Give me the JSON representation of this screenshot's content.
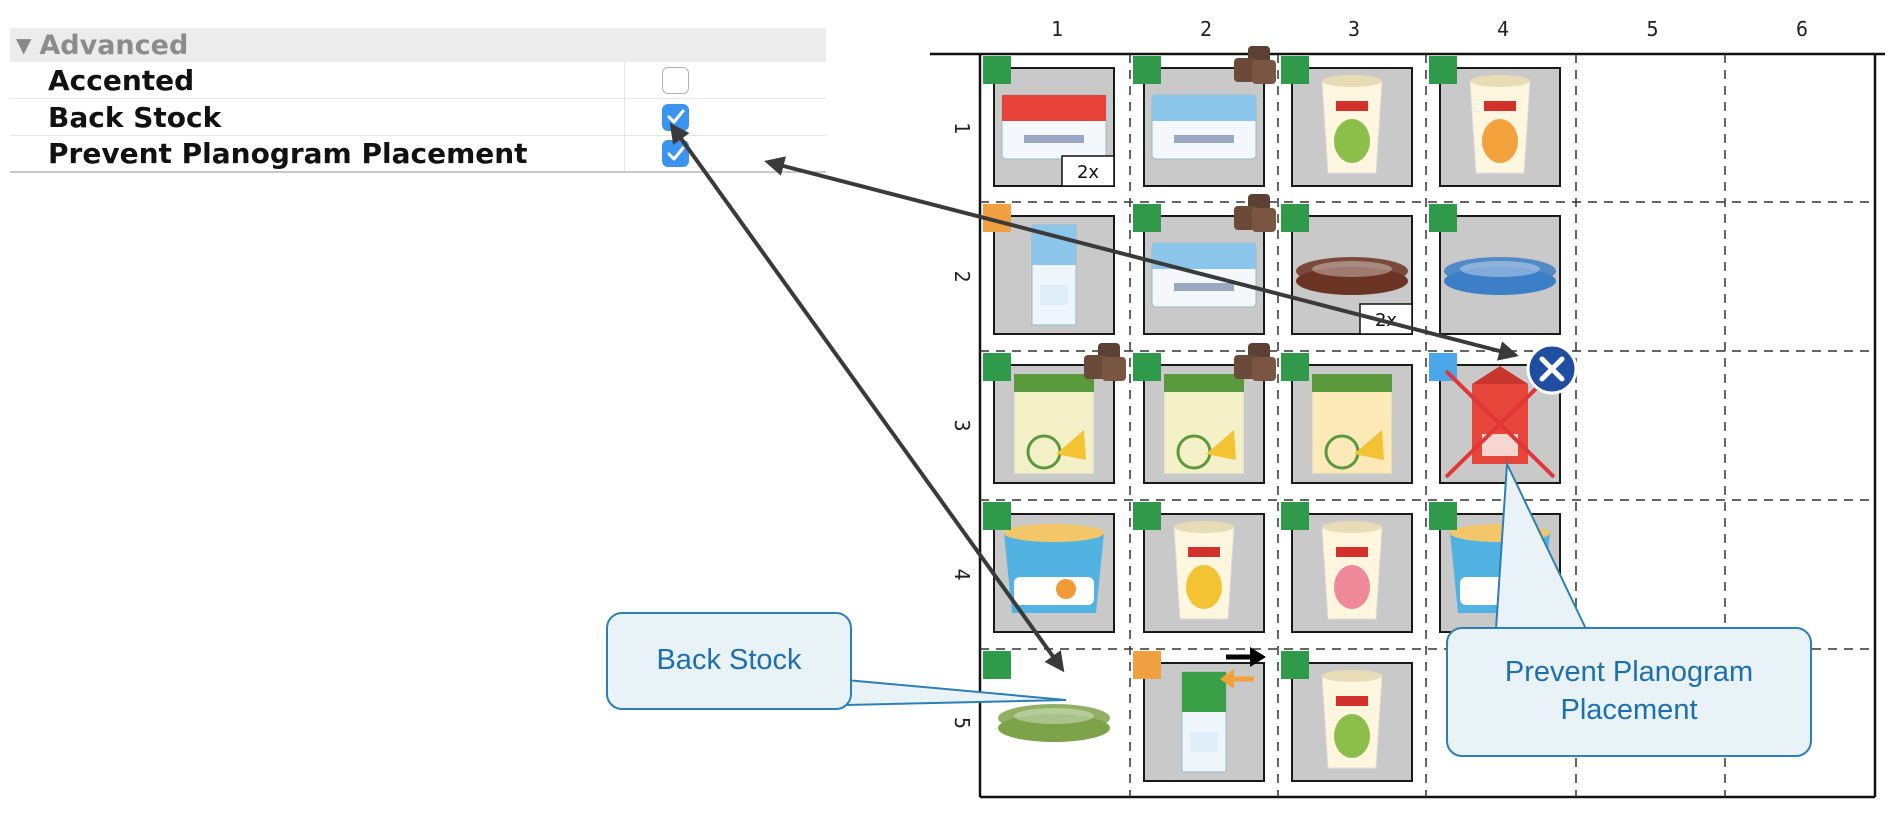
{
  "properties_panel": {
    "section_title": "Advanced",
    "rows": [
      {
        "label": "Accented",
        "checked": false
      },
      {
        "label": "Back Stock",
        "checked": true
      },
      {
        "label": "Prevent Planogram Placement",
        "checked": true
      }
    ]
  },
  "planogram": {
    "column_labels": [
      "1",
      "2",
      "3",
      "4",
      "5",
      "6"
    ],
    "row_labels": [
      "1",
      "2",
      "3",
      "4",
      "5"
    ],
    "facing_labels": [
      "2x",
      "2x"
    ],
    "cells": [
      {
        "row": 1,
        "col": 1,
        "product": "cream-package-red",
        "indicator": "green",
        "facings": "2x"
      },
      {
        "row": 1,
        "col": 2,
        "product": "cream-package-blue",
        "indicator": "green",
        "stack": true
      },
      {
        "row": 1,
        "col": 3,
        "product": "yogurt-cup-green",
        "indicator": "green"
      },
      {
        "row": 1,
        "col": 4,
        "product": "drink-cup-orange",
        "indicator": "green"
      },
      {
        "row": 2,
        "col": 1,
        "product": "milk-carton",
        "indicator": "orange"
      },
      {
        "row": 2,
        "col": 2,
        "product": "cream-package-blue",
        "indicator": "green",
        "stack": true
      },
      {
        "row": 2,
        "col": 3,
        "product": "cheese-round-brown",
        "indicator": "green",
        "facings": "2x"
      },
      {
        "row": 2,
        "col": 4,
        "product": "cheese-round-blue",
        "indicator": "green"
      },
      {
        "row": 3,
        "col": 1,
        "product": "cheese-box-green",
        "indicator": "green",
        "stack": true
      },
      {
        "row": 3,
        "col": 2,
        "product": "cheese-box-green",
        "indicator": "green",
        "stack": true
      },
      {
        "row": 3,
        "col": 3,
        "product": "cheese-box-orange",
        "indicator": "green"
      },
      {
        "row": 3,
        "col": 4,
        "product": "carton-red",
        "indicator": "blue",
        "prevented": true
      },
      {
        "row": 4,
        "col": 1,
        "product": "yogurt-tub-apricot",
        "indicator": "green"
      },
      {
        "row": 4,
        "col": 2,
        "product": "drink-cup-yellow",
        "indicator": "green"
      },
      {
        "row": 4,
        "col": 3,
        "product": "drink-cup-pink",
        "indicator": "green"
      },
      {
        "row": 4,
        "col": 4,
        "product": "yogurt-tub-pink",
        "indicator": "green"
      },
      {
        "row": 5,
        "col": 1,
        "product": "cheese-round-green",
        "indicator": "green",
        "back_stock": true
      },
      {
        "row": 5,
        "col": 2,
        "product": "milk-carton-green",
        "indicator": "orange",
        "moved": true
      },
      {
        "row": 5,
        "col": 3,
        "product": "drink-cup-green",
        "indicator": "green"
      }
    ]
  },
  "callouts": {
    "back_stock": "Back Stock",
    "prevent_line1": "Prevent Planogram",
    "prevent_line2": "Placement"
  },
  "colors": {
    "indicator_green": "#2e9a4a",
    "indicator_orange": "#f0a040",
    "indicator_blue": "#4aa8e8",
    "checkbox_on": "#3b95ef",
    "callout_border": "#2d7fb8",
    "arrow": "#3a3a3a"
  },
  "icons": {
    "collapse": "triangle-down-icon",
    "stack": "stacked-boxes-icon",
    "prevent": "x-circle-icon",
    "move": "move-arrows-icon"
  }
}
